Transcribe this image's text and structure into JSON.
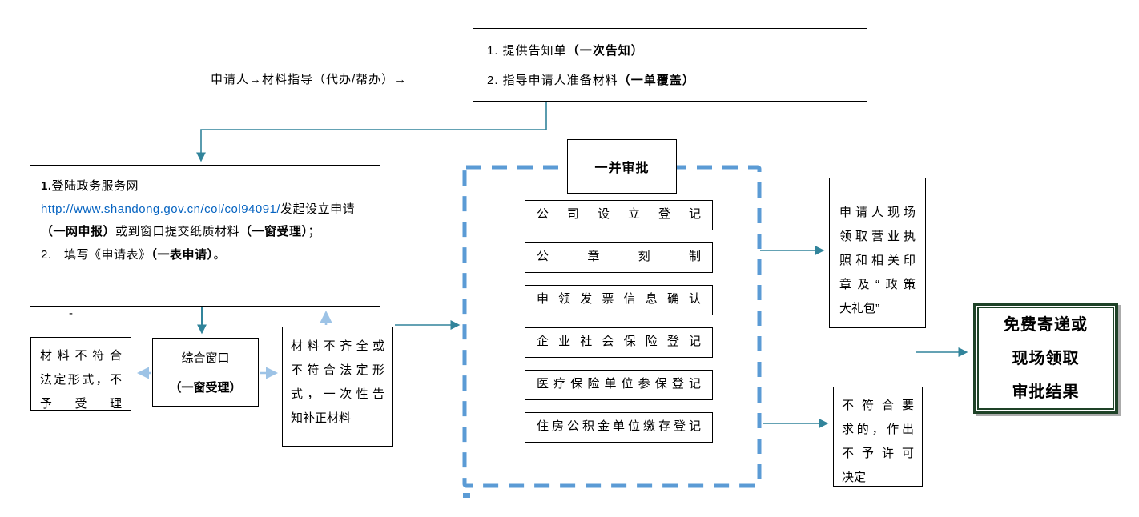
{
  "colors": {
    "connector_teal": "#31849B",
    "connector_light_blue": "#9DC3E6",
    "dashed_border_blue": "#5B9BD5",
    "hyperlink_blue": "#0563C1",
    "result_border_green": "#1e4227",
    "box_border_black": "#000000"
  },
  "top_flow": {
    "applicant_label": "申请人→材料指导（代办/帮办）→",
    "notice_box": {
      "lines": [
        [
          {
            "t": "1. 提供告知单"
          },
          {
            "t": "（一次告知）",
            "b": true
          }
        ],
        [
          {
            "t": "2. 指导申请人准备材料"
          },
          {
            "t": "（一单覆盖）",
            "b": true
          }
        ]
      ]
    }
  },
  "apply_box": {
    "lines": [
      [
        {
          "t": "1.",
          "b": true
        },
        {
          "t": "登陆政务服务网"
        }
      ],
      [
        {
          "t": "http://www.shandong.gov.cn/col/col94091/",
          "link": true
        },
        {
          "t": "发起设立申请"
        }
      ],
      [
        {
          "t": "（一网申报）",
          "b": true
        },
        {
          "t": "或到窗口提交纸质材料"
        },
        {
          "t": "（一窗受理）",
          "b": true
        },
        {
          "t": "；"
        }
      ],
      [
        {
          "t": "2.　填写《申请表》"
        },
        {
          "t": "（一表申请）",
          "b": true
        },
        {
          "t": "。"
        }
      ]
    ]
  },
  "stray_dash": "-",
  "reject_box": {
    "lines": [
      "材料不符合",
      "法定形式，不",
      "予受理"
    ]
  },
  "window_box": {
    "line1": "综合窗口",
    "line2": "（一窗受理）"
  },
  "supplement_box": {
    "lines": [
      "材料不齐全或",
      "不符合法定形",
      "式，一次性告",
      "知补正材料"
    ]
  },
  "joint_approval": {
    "title": "一并审批",
    "items": [
      "公司设立登记",
      "公章刻制",
      "申领发票信息确认",
      "企业社会保险登记",
      "医疗保险单位参保登记",
      "住房公积金单位缴存登记"
    ]
  },
  "pickup_box": {
    "lines": [
      "申请人现场",
      "领取营业执",
      "照和相关印",
      "章及“政策",
      "大礼包”"
    ]
  },
  "deny_box": {
    "lines": [
      "不符合要",
      "求的，作出",
      "不予许可",
      "决定"
    ]
  },
  "result_box": {
    "lines": [
      "免费寄递或",
      "现场领取",
      "审批结果"
    ]
  }
}
